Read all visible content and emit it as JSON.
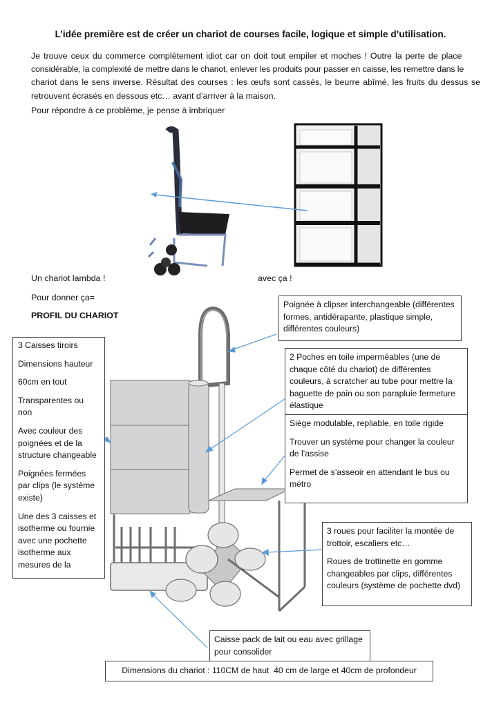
{
  "title": "L’idée première est de créer un chariot de courses facile, logique et simple d’utilisation.",
  "intro": {
    "lines": [
      "Je trouve ceux du commerce complétement idiot car on doit tout empiler et moches ! Outre la perte de place",
      "considérable, la complexité de mettre dans le chariot, enlever les produits pour passer en caisse, les remettre dans le",
      "chariot dans le sens inverse. Résultat des courses : les œufs sont cassés, le beurre abîmé, les fruits du dessus se",
      "retrouvent écrasés en dessous etc… avant d’arriver à la maison."
    ],
    "followup": "Pour répondre à ce problème, je pense à imbriquer"
  },
  "photos": {
    "trolley_caption": "Un chariot lambda !",
    "drawers_caption": "avec ça !",
    "trolley_image": "stair-climbing-trolley-photo",
    "drawers_image": "plastic-drawer-tower-photo"
  },
  "give": "Pour donner ça=",
  "profile_heading": "PROFIL DU CHARIOT",
  "annotations": {
    "handle": [
      "Poignée à clipser interchangeable (différentes formes, antidérapante, plastique simple, différentes couleurs)"
    ],
    "pockets": [
      "2 Poches en toile imperméables (une de chaque côté du chariot) de différentes couleurs, à scratcher au tube pour mettre la baguette de pain ou son parapluie fermeture élastique"
    ],
    "seat": [
      "Siège modulable, repliable, en toile rigide",
      "Trouver un système pour changer la couleur de l’assise",
      "Permet de s’asseoir en attendant le bus ou métro"
    ],
    "drawers": [
      "3 Caisses tiroirs",
      "Dimensions hauteur",
      "60cm en tout",
      "Transparentes ou non",
      "Avec couleur des poignées et de la structure changeable",
      "Poignées fermées par clips (le système existe)",
      "Une des 3 caisses et isotherme ou fournie avec une pochette isotherme aux mesures de la"
    ],
    "wheels": [
      "3 roues pour faciliter la montée de trottoir, escaliers etc…",
      "Roues de trottinette en gomme changeables par clips, différentes couleurs (système de pochette dvd)"
    ],
    "crate": [
      "Caisse pack de lait ou eau avec grillage pour consolider"
    ]
  },
  "dimensions": "Dimensions du chariot : 110CM de haut  40 cm de large et 40cm de profondeur",
  "colors": {
    "arrow": "#5b9bd5",
    "sketch_fill": "#d4d4d4",
    "sketch_stroke": "#6e6e6e"
  }
}
